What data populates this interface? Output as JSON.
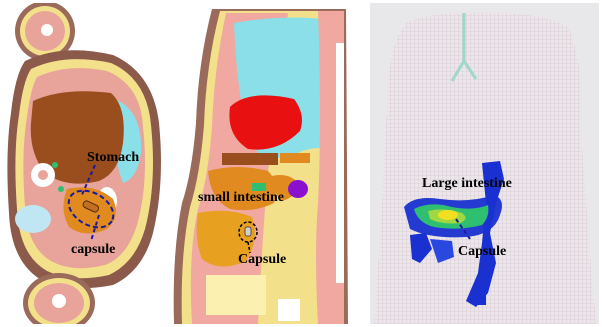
{
  "panels": [
    {
      "view": "axial",
      "labels": {
        "stomach": "Stomach",
        "capsule": "capsule"
      }
    },
    {
      "view": "sagittal",
      "labels": {
        "small_intestine": "small intestine",
        "capsule": "Capsule"
      }
    },
    {
      "view": "3d-voxel",
      "labels": {
        "large_intestine": "Large intestine",
        "capsule": "Capsule"
      }
    }
  ],
  "colors": {
    "skin": "#8c5a4a",
    "fat": "#f3e08a",
    "muscle": "#e8a49a",
    "bone": "#ffffff",
    "stomach": "#9a4e1e",
    "lung": "#8adfe8",
    "heart": "#e81010",
    "intestine": "#e0a020",
    "annotation": "#1a1aa0",
    "field_high": "#f0e020",
    "field_mid": "#2ec070",
    "field_low": "#1a30d0"
  }
}
